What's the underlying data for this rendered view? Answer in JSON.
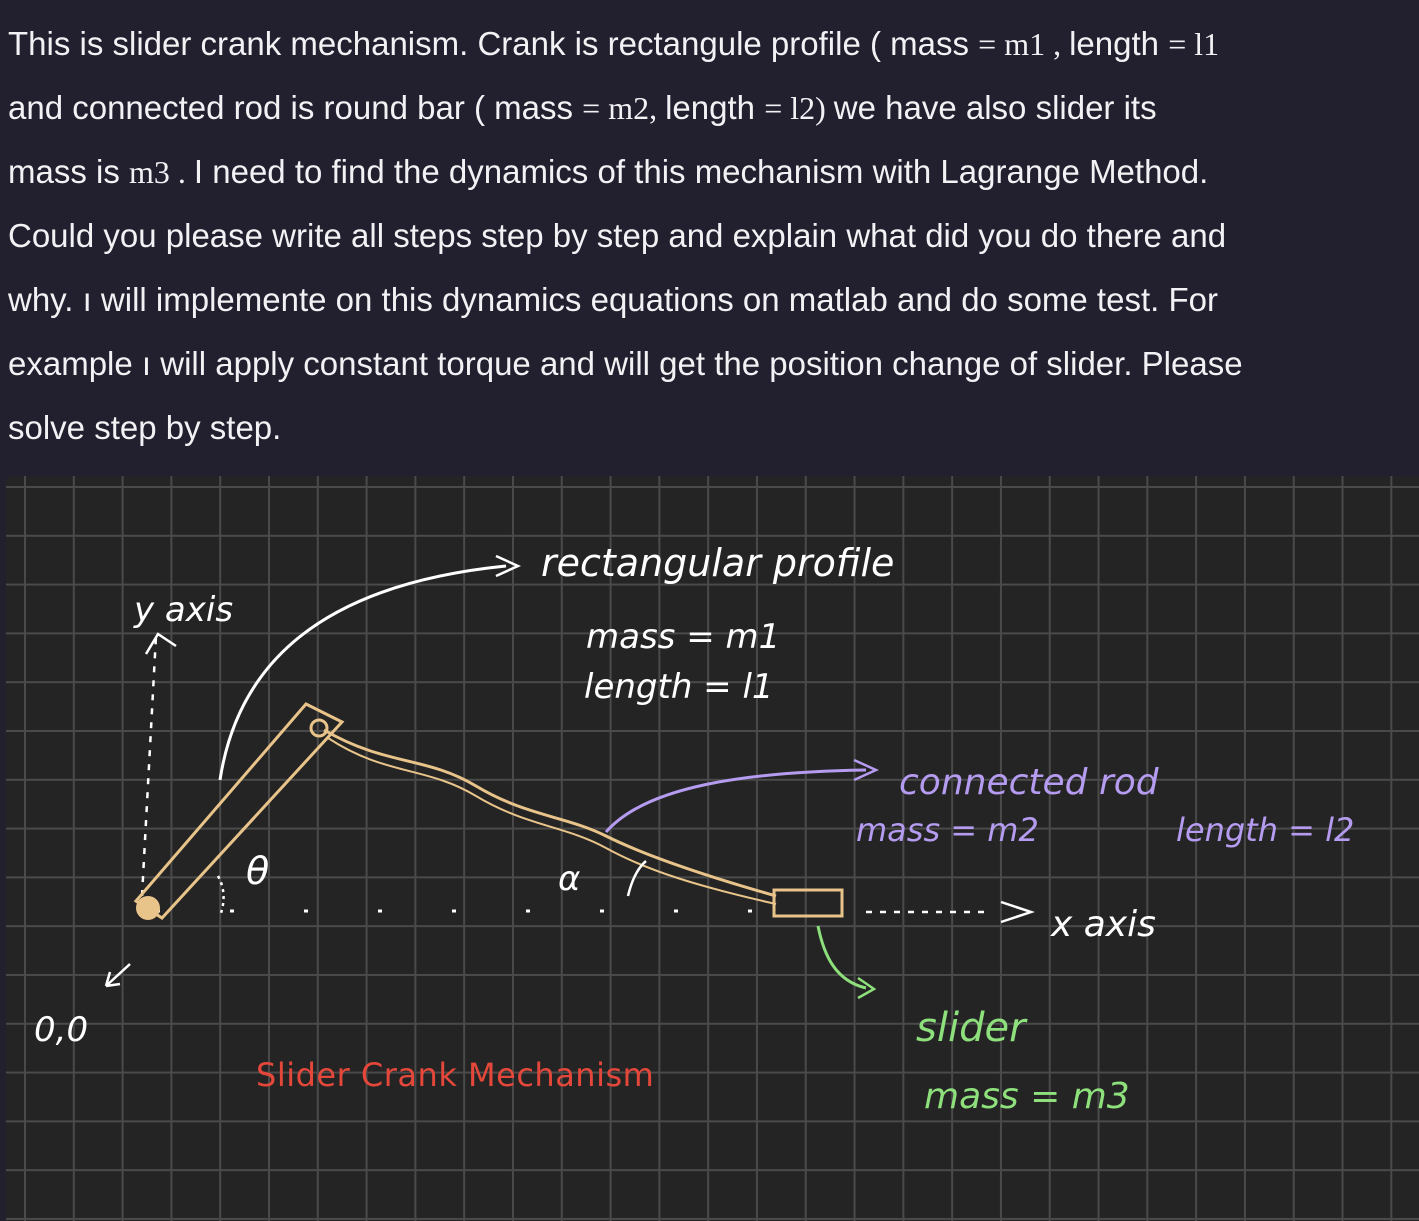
{
  "question": {
    "line1_a": "This is slider crank mechanism. Crank is rectangule profile (  mass  ",
    "line1_eq1": "=",
    "line1_m1": " m1 , ",
    "line1_b": "length  ",
    "line1_eq2": "=",
    "line1_l1": " l1",
    "line2_a": "and connected rod is round bar (  mass  ",
    "line2_eq1": "=",
    "line2_m2": " m2, ",
    "line2_b": "length  ",
    "line2_eq2": "=",
    "line2_l2": " l2) ",
    "line2_c": "we have also slider its",
    "line3_a": "mass is ",
    "line3_m3": "m3 . ",
    "line3_b": "I need to find the dynamics of this mechanism with Lagrange Method.",
    "line4": "Could you please write all steps step by step and explain what did you do there and",
    "line5": "why. ı will implemente on this dynamics equations on matlab and do some test. For",
    "line6": "example ı will apply constant torque and will get the position change of slider. Please",
    "line7": "solve step by step."
  },
  "drawing": {
    "y_axis_label": "y  axis",
    "origin_label": "0,0",
    "theta_label": "θ",
    "alpha_label": "α",
    "crank_title": "rectangular profile",
    "crank_mass": "mass  = m1",
    "crank_length": "length  = l1",
    "rod_title": "connected  rod",
    "rod_mass": "mass = m2",
    "rod_length": "length = l2",
    "x_axis_label": "x  axis",
    "slider_title": "slider",
    "slider_mass": "mass  = m3",
    "caption": "Slider Crank Mechanism"
  },
  "colors": {
    "background": "#22202f",
    "board": "#242424",
    "grid": "#4a4a4a",
    "crank": "#e9c48a",
    "annotation_white": "#ffffff",
    "annotation_purple": "#b59cf0",
    "annotation_green": "#8ee07c",
    "caption_red": "#e5483b"
  }
}
